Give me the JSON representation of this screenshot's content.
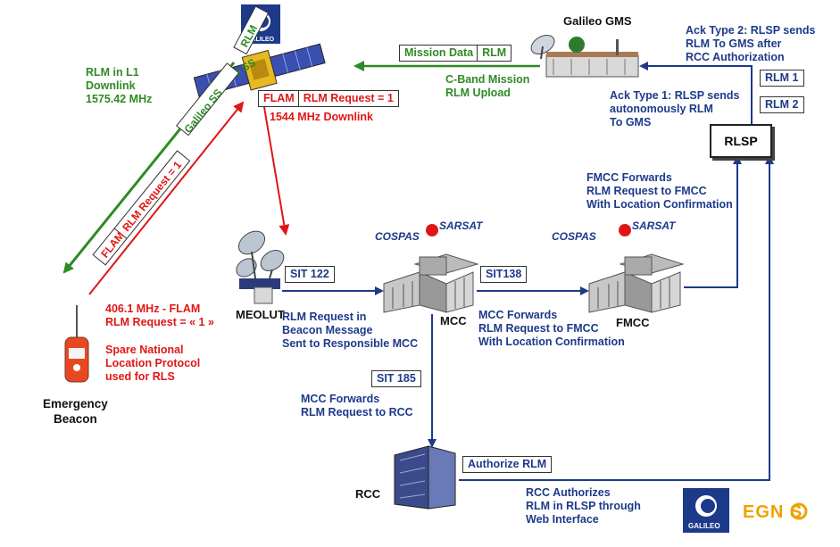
{
  "nodes": {
    "galileo_gms": "Galileo GMS",
    "rlsp": "RLSP",
    "meolut": "MEOLUT",
    "mcc": "MCC",
    "fmcc": "FMCC",
    "rcc": "RCC",
    "beacon": [
      "Emergency",
      "Beacon"
    ],
    "satellite_label": "Galileo SS",
    "satellite_rlm": "RLM",
    "galileo_logo": "GALILEO",
    "cospas": "COSPAS",
    "sarsat": "SARSAT",
    "egnos": "EGN S"
  },
  "boxes": {
    "mission_data": [
      "Mission Data",
      "RLM"
    ],
    "flam_top": [
      "FLAM",
      "RLM Request = 1"
    ],
    "flam_diag": [
      "FLAM",
      "RLM Request = 1"
    ],
    "rlm1": "RLM 1",
    "rlm2": "RLM 2",
    "sit122": "SIT 122",
    "sit138": "SIT138",
    "sit185": "SIT 185",
    "authorize": "Authorize RLM"
  },
  "texts": {
    "rlm_l1": [
      "RLM in L1",
      "Downlink",
      "1575.42 MHz"
    ],
    "cband": [
      "C-Band Mission",
      "RLM Upload"
    ],
    "ack2": [
      "Ack Type 2: RLSP sends",
      "RLM To GMS after",
      "RCC Authorization"
    ],
    "ack1": [
      "Ack Type 1: RLSP sends",
      "autonomously RLM",
      "To GMS"
    ],
    "downlink1544": "1544 MHz Downlink",
    "fmcc_fwd": [
      "FMCC Forwards",
      "RLM  Request to FMCC",
      "With Location Confirmation"
    ],
    "beacon_freq": [
      "406.1 MHz - FLAM",
      "RLM Request = « 1 »"
    ],
    "spare": [
      "Spare National",
      "Location Protocol",
      "used for RLS"
    ],
    "meolut_msg": [
      "RLM Request in",
      "Beacon Message",
      "Sent to Responsible MCC"
    ],
    "mcc_fwd_fmcc": [
      "MCC Forwards",
      "RLM  Request to FMCC",
      "With Location Confirmation"
    ],
    "mcc_fwd_rcc": [
      "MCC Forwards",
      "RLM  Request to RCC"
    ],
    "rcc_auth": [
      "RCC Authorizes",
      "RLM in RLSP through",
      "Web Interface"
    ]
  },
  "colors": {
    "blue": "#1d3a8a",
    "green": "#2f8a25",
    "red": "#e01616",
    "egnos": "#f0a000"
  }
}
